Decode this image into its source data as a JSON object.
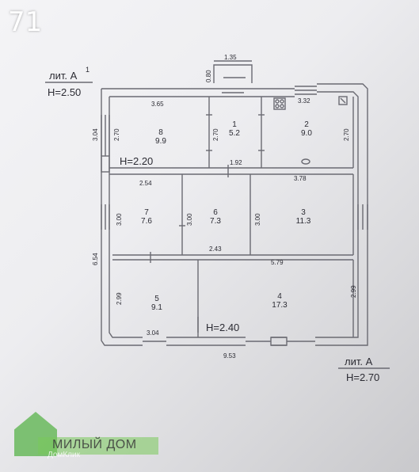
{
  "photo_number": "71",
  "liter_top": {
    "name": "лит. А",
    "sup": "1",
    "height": "H=2.50"
  },
  "liter_bottom": {
    "name": "лит. А",
    "height": "H=2.70"
  },
  "heights": {
    "upper": "H=2.20",
    "lower": "H=2.40"
  },
  "rooms": [
    {
      "num": "8",
      "area": "9.9"
    },
    {
      "num": "1",
      "area": "5.2"
    },
    {
      "num": "2",
      "area": "9.0"
    },
    {
      "num": "7",
      "area": "7.6"
    },
    {
      "num": "6",
      "area": "7.3"
    },
    {
      "num": "3",
      "area": "11.3"
    },
    {
      "num": "5",
      "area": "9.1"
    },
    {
      "num": "4",
      "area": "17.3"
    }
  ],
  "dims": {
    "porch_w": "1.35",
    "porch_d": "0.80",
    "r8_w": "3.65",
    "r2_w": "3.32",
    "left_top": "3.04",
    "r8_h": "2.70",
    "r1_h": "2.70",
    "r2_h": "2.70",
    "r1_w": "1.92",
    "r7_w": "2.54",
    "r3_w": "3.78",
    "r7_h": "3.00",
    "r6_h": "3.00",
    "r3_h": "3.00",
    "r6_w": "2.43",
    "r4_w": "5.79",
    "left_total": "6.54",
    "r5_h": "2.99",
    "r4_h": "2.99",
    "r5_w": "3.04",
    "total_w": "9.53"
  },
  "watermark": {
    "text": "МИЛЫЙ ДОМ",
    "sub": "ДомКлик"
  }
}
